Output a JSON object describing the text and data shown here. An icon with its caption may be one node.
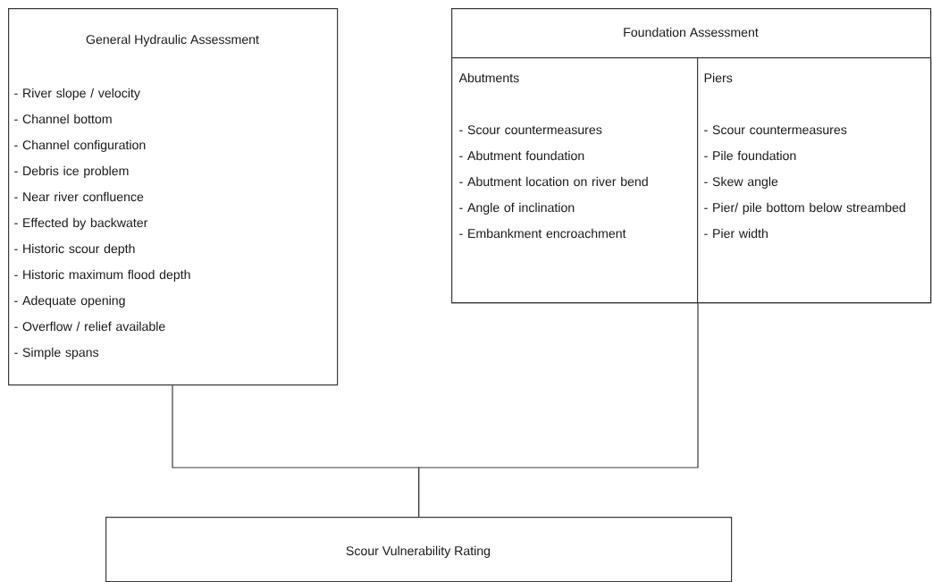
{
  "diagram": {
    "nodes": [
      {
        "text": [
          "General Hydraulic Assessment",
          "- River slope / velocity",
          "- Channel bottom",
          "- Channel configuration",
          "- Debris ice problem",
          "- Near river confluence",
          "- Effected by backwater",
          "- Historic scour depth",
          "- Historic maximum flood depth",
          "- Adequate opening",
          "- Overflow / relief available",
          "- Simple spans"
        ]
      },
      {
        "text": [
          "Foundation Assessment"
        ]
      },
      {
        "text": [
          "Abutments",
          "- Scour countermeasures",
          "- Abutment foundation",
          "- Abutment location on river bend",
          "- Angle of inclination",
          "- Embankment encroachment"
        ],
        "in": 1
      },
      {
        "text": [
          "Piers",
          "- Scour countermeasures",
          "- Pile foundation",
          "- Skew angle",
          "- Pier/ pile bottom below streambed",
          "- Pier width"
        ],
        "in": 1
      },
      {
        "text": [
          "Scour Vulnerability Rating"
        ]
      }
    ],
    "edges": [
      {
        "from": 0,
        "to": 4,
        "arrow": "none"
      },
      {
        "from": 1,
        "to": 4,
        "arrow": "none"
      }
    ]
  }
}
